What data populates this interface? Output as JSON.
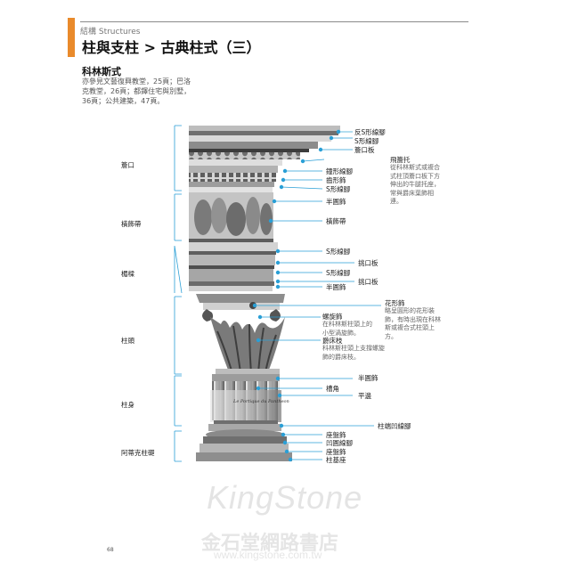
{
  "header": {
    "section": "結構 Structures",
    "title": "柱與支柱 > 古典柱式（三）",
    "accent_color": "#e98a2b"
  },
  "intro": {
    "heading": "科林斯式",
    "body": "亦參見文藝復興教堂，25頁；巴洛克教堂，26頁；都鐸住宅與別墅，36頁；公共建築，47頁。"
  },
  "zones": {
    "cornice": "簷口",
    "frieze": "橫飾帶",
    "architrave": "楣樑",
    "capital": "柱頭",
    "shaft": "柱身",
    "base": "阿蒂克柱礎"
  },
  "labels": {
    "cyma_recta": "反S形線腳",
    "cyma_top": "S形線腳",
    "corona": "簷口板",
    "modillion": "飛簷托",
    "modillion_desc": "從科林斯式或複合式柱頂簷口板下方伸出的牛腿托座，常與爵床葉飾相連。",
    "ovolo": "鐘形線腳",
    "dentil": "齒形飾",
    "cyma_mid": "S形線腳",
    "astragal_1": "半圓飾",
    "frieze_label": "橫飾帶",
    "cyma_arch_1": "S形線腳",
    "fascia_1": "挑口板",
    "cyma_arch_2": "S形線腳",
    "fascia_2": "挑口板",
    "astragal_2": "半圓飾",
    "fleuron": "花形飾",
    "fleuron_desc": "略呈圓形的花形裝飾，有時出現在科林斯或複合式柱頭上方。",
    "volute": "螺旋飾",
    "volute_desc": "在科林斯柱頭上的小型渦旋飾。",
    "acanthus": "爵床枝",
    "acanthus_desc": "科林斯柱頭上支撐螺旋飾的爵床枝。",
    "astragal_3": "半圓飾",
    "flute": "槽角",
    "fillet": "平邊",
    "apophyge": "柱端凹線腳",
    "torus_1": "座盤飾",
    "scotia": "凹圓線腳",
    "torus_2": "座盤飾",
    "plinth": "柱基座"
  },
  "shaft_inscription": "Le Portique du Pantheon",
  "page_number": "68",
  "watermark": {
    "brand": "KingStone",
    "store": "金石堂網路書店",
    "url": "www.kingstone.com.tw"
  },
  "leader_color": "#2a9fd6"
}
